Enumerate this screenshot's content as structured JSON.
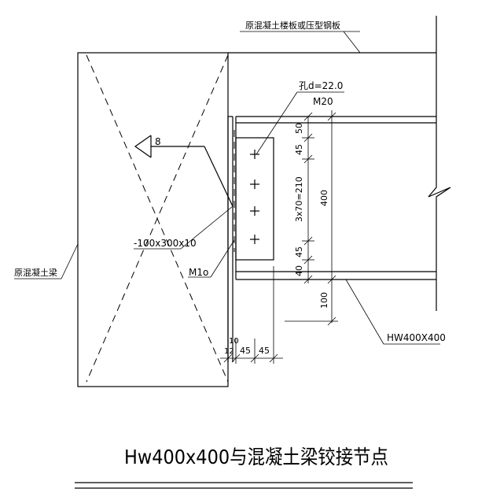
{
  "labels": {
    "slab": "原混凝土楼板或压型钢板",
    "beam": "原混凝土梁",
    "hole": "孔d=22.0",
    "bolt": "M20",
    "weld": "8",
    "plate": "-100x300x10",
    "anchor": "M1o",
    "section": "HW400X400"
  },
  "dims": {
    "d50": "50",
    "d45a": "45",
    "d3x70": "3x70=210",
    "d45b": "45",
    "d40": "40",
    "d400": "400",
    "d100": "100",
    "d10": "10",
    "d12": "12",
    "d45c": "45",
    "d45d": "45"
  },
  "title": "Hw400x400与混凝土梁铰接节点"
}
